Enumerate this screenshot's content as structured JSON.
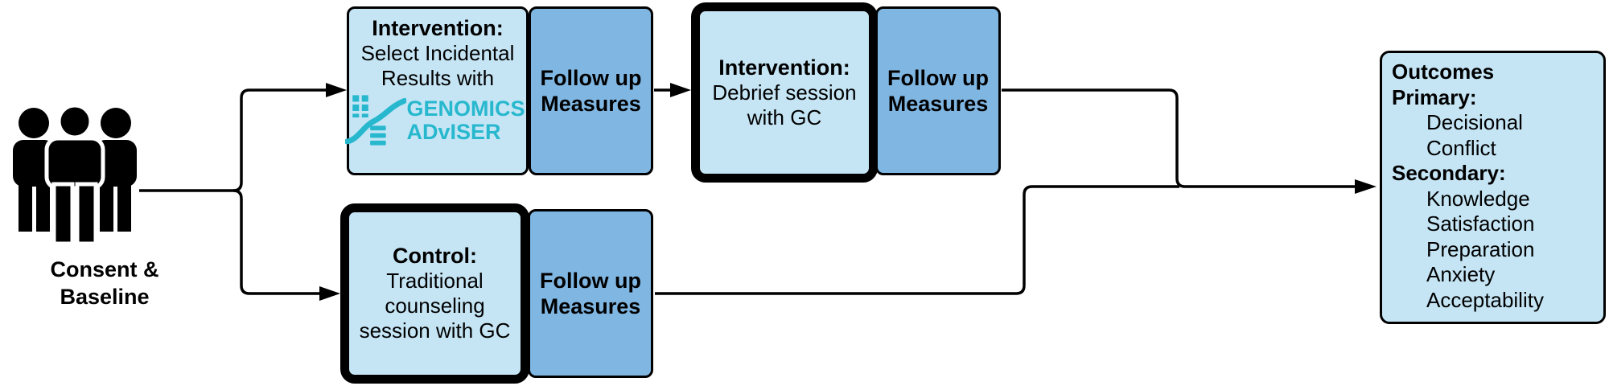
{
  "colors": {
    "box_light_blue": "#C5E5F5",
    "box_medium_blue": "#7FB6E2",
    "logo_teal": "#28B8CE",
    "line_black": "#000000"
  },
  "consent": {
    "line1": "Consent &",
    "line2": "Baseline"
  },
  "intervention1": {
    "title": "Intervention:",
    "line1": "Select Incidental",
    "line2": "Results with"
  },
  "logo": {
    "name_line1": "GENOMICS",
    "name_line2": "ADvISER"
  },
  "followup": {
    "line1": "Follow up",
    "line2": "Measures"
  },
  "intervention2": {
    "title": "Intervention:",
    "line1": "Debrief session",
    "line2": "with GC"
  },
  "control": {
    "title": "Control:",
    "line1": "Traditional",
    "line2": "counseling",
    "line3": "session with GC"
  },
  "outcomes": {
    "title": "Outcomes",
    "primary_label": "Primary:",
    "primary_item_lines": [
      "Decisional",
      "Conflict"
    ],
    "secondary_label": "Secondary:",
    "secondary_items": [
      "Knowledge",
      "Satisfaction",
      "Preparation",
      "Anxiety",
      "Acceptability"
    ]
  }
}
